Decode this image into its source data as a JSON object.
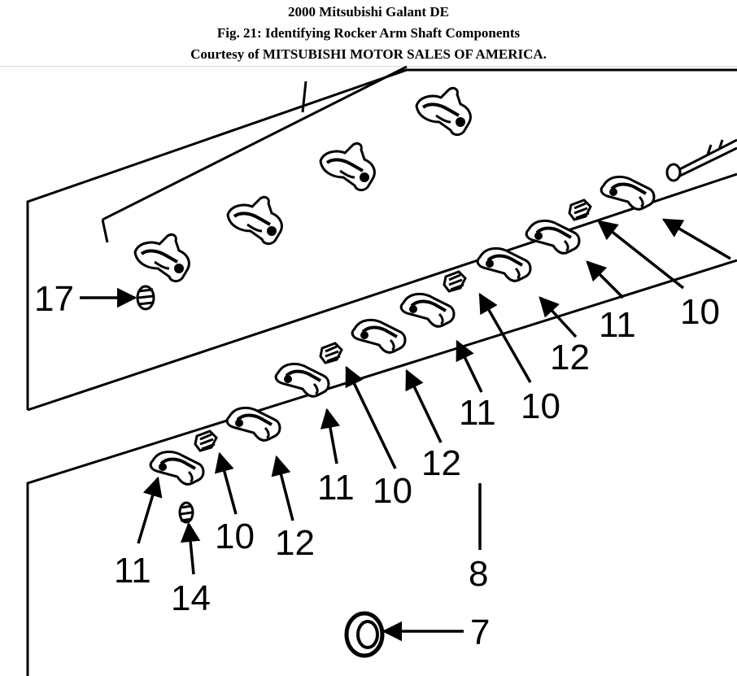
{
  "header": {
    "line1": "2000 Mitsubishi Galant DE",
    "line2": "Fig. 21: Identifying Rocker Arm Shaft Components",
    "line3": "Courtesy of MITSUBISHI MOTOR SALES OF AMERICA."
  },
  "callouts": {
    "c17": "17",
    "c10a": "10",
    "c11a": "11",
    "c12b": "12",
    "c10b": "10",
    "c11b": "11",
    "c12c": "12",
    "c10c": "10",
    "c11c": "11",
    "c12d": "12",
    "c10d": "10",
    "c11d": "11",
    "c14": "14",
    "c8": "8",
    "c7": "7"
  }
}
